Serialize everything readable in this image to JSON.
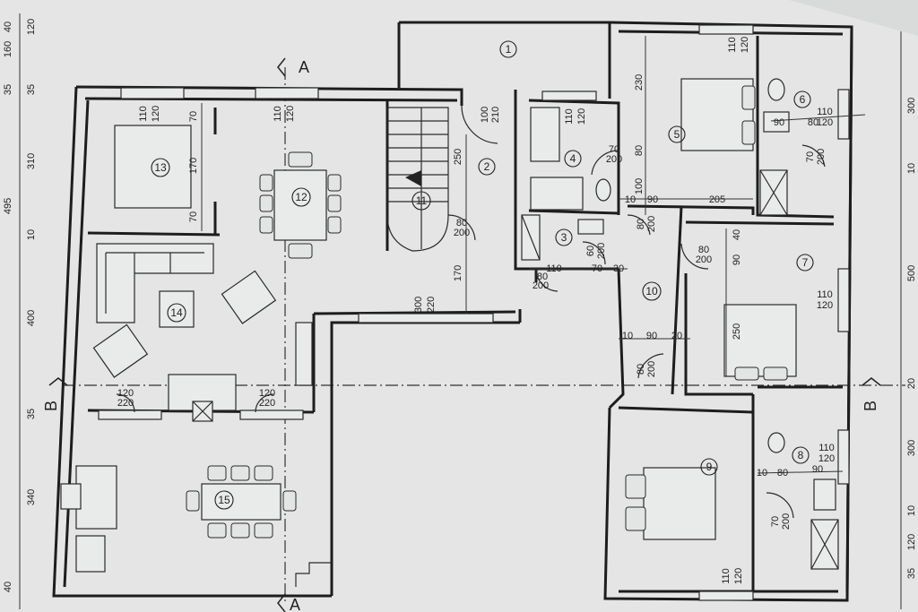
{
  "rooms": [
    "1",
    "2",
    "3",
    "4",
    "5",
    "6",
    "7",
    "8",
    "9",
    "10",
    "11",
    "12",
    "13",
    "14",
    "15"
  ],
  "section_marks": {
    "a_top": "A",
    "a_bottom": "A",
    "b_left": "B",
    "b_right": "B"
  },
  "left_dimensions": [
    "40",
    "120",
    "160",
    "35",
    "35",
    "310",
    "495",
    "10",
    "400",
    "35",
    "340",
    "40"
  ],
  "right_dimensions": [
    "300",
    "10",
    "500",
    "20",
    "300",
    "10",
    "120",
    "35"
  ],
  "door_labels": {
    "d_2": [
      "100",
      "210"
    ],
    "d_stair": [
      "80",
      "200"
    ],
    "d_bath": [
      "70",
      "200"
    ],
    "d_3": [
      "60",
      "200"
    ],
    "d_3b": [
      "80",
      "200"
    ],
    "d_5": [
      "80",
      "200"
    ],
    "d_6": [
      "70",
      "200"
    ],
    "d_7": [
      "80",
      "200"
    ],
    "d_10": [
      "80",
      "200"
    ],
    "d_8": [
      "70",
      "200"
    ],
    "d_wc": [
      "120",
      "220"
    ],
    "d_wc2": [
      "120",
      "220"
    ]
  },
  "window_labels": {
    "w_13": [
      "110",
      "120"
    ],
    "w_12": [
      "110",
      "120"
    ],
    "w_4": [
      "110",
      "120"
    ],
    "w_5": [
      "110",
      "120"
    ],
    "w_6": [
      "110",
      "120"
    ],
    "w_7": [
      "110",
      "120"
    ],
    "w_8": [
      "110",
      "120"
    ],
    "w_9": [
      "110",
      "120"
    ],
    "w_14": [
      "300",
      "220"
    ]
  },
  "inner_dimensions": {
    "r13_a": "70",
    "r13_b": "170",
    "r13_c": "70",
    "r2_a": "250",
    "r2_b": "170",
    "r4_a": "80",
    "r4_b": "100",
    "r5": "230",
    "r6_a": "90",
    "r6_b": "80",
    "r7_a": "90",
    "r7_b": "40",
    "r7_c": "250",
    "r3_a": "110",
    "r3_b": "70",
    "r3_c": "30",
    "r10_a": "10",
    "r10_b": "90",
    "r10_c": "20",
    "r5_b": "205",
    "r5_c": "10",
    "r5_d": "90",
    "r8_a": "10",
    "r8_b": "80",
    "r8_c": "90"
  }
}
